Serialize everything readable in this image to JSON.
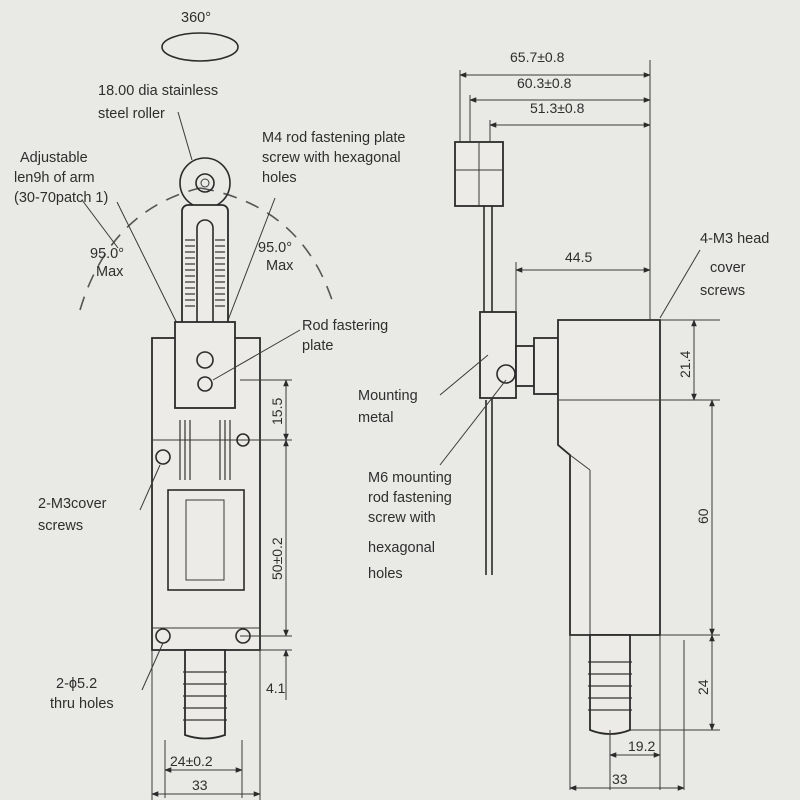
{
  "labels": {
    "rotation": "360°",
    "roller_1": "18.00 dia stainless",
    "roller_2": "steel roller",
    "arm_1": "Adjustable",
    "arm_2": "len9h of arm",
    "arm_3": "(30-70patch 1)",
    "angle_left_1": "95.0°",
    "angle_left_2": "Max",
    "angle_right_1": "95.0°",
    "angle_right_2": "Max",
    "m4_1": "M4 rod fastening plate",
    "m4_2": "screw with hexagonal",
    "m4_3": "holes",
    "rod_plate_1": "Rod fastering",
    "rod_plate_2": "plate",
    "cover_screws_1": "2-M3cover",
    "cover_screws_2": "screws",
    "thru_holes_1": "2-ϕ5.2",
    "thru_holes_2": "thru holes",
    "mounting_1": "Mounting",
    "mounting_2": "metal",
    "m6_1": "M6 mounting",
    "m6_2": "rod fastening",
    "m6_3": "screw with",
    "m6_4": "hexagonal",
    "m6_5": "holes",
    "head_screws_1": "4-M3 head",
    "head_screws_2": "cover",
    "head_screws_3": "screws"
  },
  "dimensions": {
    "d65_7": "65.7±0.8",
    "d60_3": "60.3±0.8",
    "d51_3": "51.3±0.8",
    "d44_5": "44.5",
    "d21_4": "21.4",
    "d60": "60",
    "d24_right": "24",
    "d19_2": "19.2",
    "d33_right": "33",
    "d15_5": "15.5",
    "d50": "50±0.2",
    "d4_1": "4.1",
    "d24_front": "24±0.2",
    "d33_front": "33"
  }
}
